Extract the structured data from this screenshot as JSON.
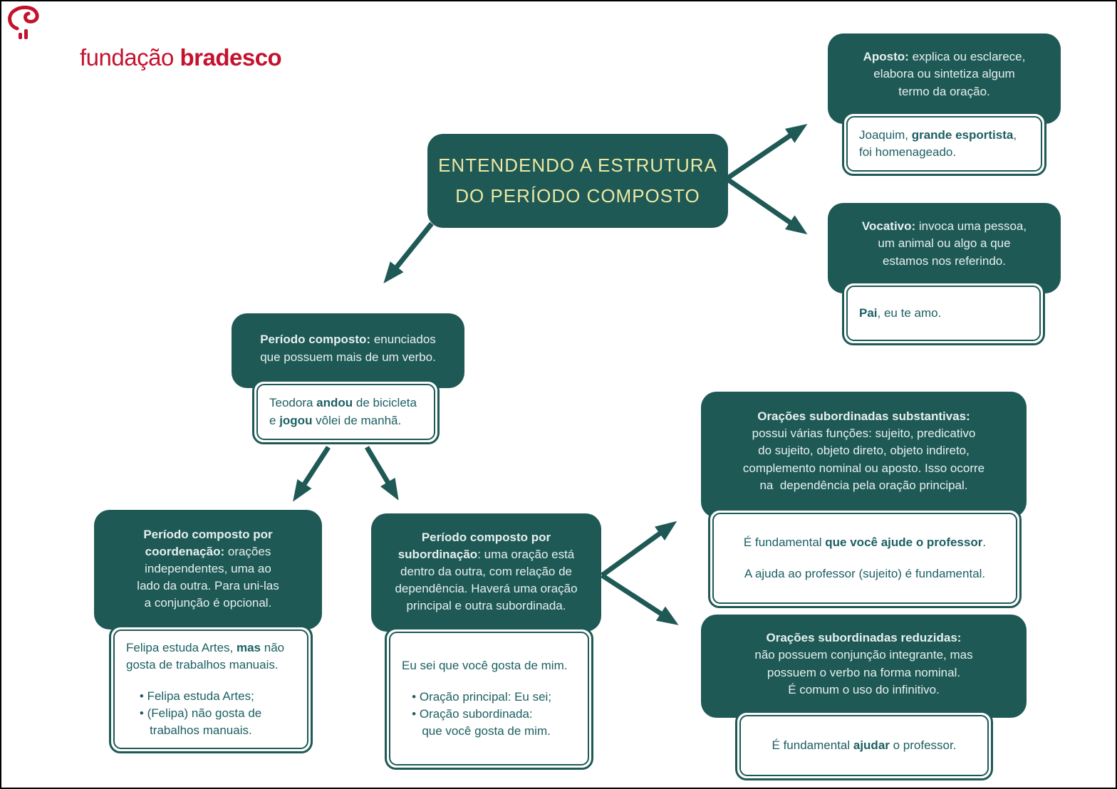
{
  "colors": {
    "teal": "#1E5955",
    "title_text": "#EDE8A4",
    "dark_box_text": "#E6F0EF",
    "example_text": "#1C5F63",
    "logo_red": "#C4122E",
    "page_border": "#000000",
    "page_background": "#FFFFFF"
  },
  "logo": {
    "part1": "fundação ",
    "part2": "bradesco",
    "icon": "tree-swirl-icon"
  },
  "title": {
    "text": "ENTENDENDO A ESTRUTURA\nDO PERÍODO COMPOSTO"
  },
  "nodes": {
    "aposto": {
      "definition": [
        [
          {
            "t": "Aposto:",
            "b": true
          },
          {
            "t": " explica ou esclarece,\nelabora ou sintetiza algum\ntermo da oração."
          }
        ]
      ],
      "example": [
        [
          {
            "t": "Joaquim, "
          },
          {
            "t": "grande esportista",
            "b": true
          },
          {
            "t": ",\nfoi homenageado."
          }
        ]
      ]
    },
    "vocativo": {
      "definition": [
        [
          {
            "t": "Vocativo:",
            "b": true
          },
          {
            "t": " invoca uma pessoa,\num animal ou algo a que\nestamos nos referindo."
          }
        ]
      ],
      "example": [
        [
          {
            "t": "Pai",
            "b": true
          },
          {
            "t": ", eu te amo."
          }
        ]
      ]
    },
    "periodo_composto": {
      "definition": [
        [
          {
            "t": "Período composto:",
            "b": true
          },
          {
            "t": " enunciados\nque possuem mais de um verbo."
          }
        ]
      ],
      "example": [
        [
          {
            "t": "Teodora "
          },
          {
            "t": "andou",
            "b": true
          },
          {
            "t": " de bicicleta\ne "
          },
          {
            "t": "jogou",
            "b": true
          },
          {
            "t": " vôlei de manhã."
          }
        ]
      ]
    },
    "coordenacao": {
      "definition": [
        [
          {
            "t": "Período composto por\ncoordenação:",
            "b": true
          },
          {
            "t": " orações\nindependentes, uma ao\nlado da outra. Para uni-las\na conjunção é opcional."
          }
        ]
      ],
      "example": [
        [
          {
            "t": "Felipa estuda Artes, "
          },
          {
            "t": "mas",
            "b": true
          },
          {
            "t": " não\ngosta de trabalhos manuais."
          }
        ],
        [
          {
            "t": "    • Felipa estuda Artes;\n    • (Felipa) não gosta de\n       trabalhos manuais."
          }
        ]
      ]
    },
    "subordinacao": {
      "definition": [
        [
          {
            "t": "Período composto por\nsubordinação",
            "b": true
          },
          {
            "t": ": uma oração está\ndentro da outra, com relação de\ndependência. Haverá uma oração\nprincipal e outra subordinada."
          }
        ]
      ],
      "example": [
        [
          {
            "t": "Eu sei que você gosta de mim."
          }
        ],
        [
          {
            "t": "   • Oração principal: Eu sei;\n   • Oração subordinada:\n      que você gosta de mim."
          }
        ]
      ]
    },
    "substantivas": {
      "definition": [
        [
          {
            "t": "Orações subordinadas substantivas:",
            "b": true
          },
          {
            "t": "\npossui várias funções: sujeito, predicativo\ndo sujeito, objeto direto, objeto indireto,\ncomplemento nominal ou aposto. Isso ocorre\nna  dependência pela oração principal."
          }
        ]
      ],
      "example": [
        [
          {
            "t": "É fundamental "
          },
          {
            "t": "que você ajude o professor",
            "b": true
          },
          {
            "t": "."
          }
        ],
        [
          {
            "t": "A ajuda ao professor (sujeito) é fundamental."
          }
        ]
      ]
    },
    "reduzidas": {
      "definition": [
        [
          {
            "t": "Orações subordinadas reduzidas:",
            "b": true
          },
          {
            "t": "\nnão possuem conjunção integrante, mas\npossuem o verbo na forma nominal.\nÉ comum o uso do infinitivo."
          }
        ]
      ],
      "example": [
        [
          {
            "t": "É fundamental "
          },
          {
            "t": "ajudar",
            "b": true
          },
          {
            "t": " o professor."
          }
        ]
      ]
    }
  }
}
